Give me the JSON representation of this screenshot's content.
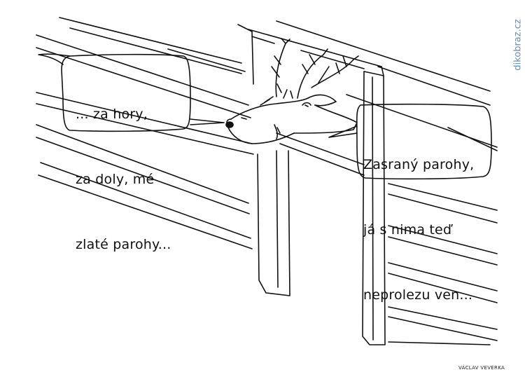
{
  "bubbles": {
    "left": {
      "lines": [
        "... za hory,",
        "za doly, mé",
        "zlaté parohy..."
      ]
    },
    "right": {
      "lines": [
        "Zasraný parohy,",
        "já s nima teď",
        "neprolezu ven..."
      ]
    }
  },
  "watermark": "dikobraz.cz",
  "signature": "VÁCLAV VEVERKA",
  "colors": {
    "ink": "#111111",
    "watermark": "#6d8fb0",
    "paper": "#ffffff"
  }
}
